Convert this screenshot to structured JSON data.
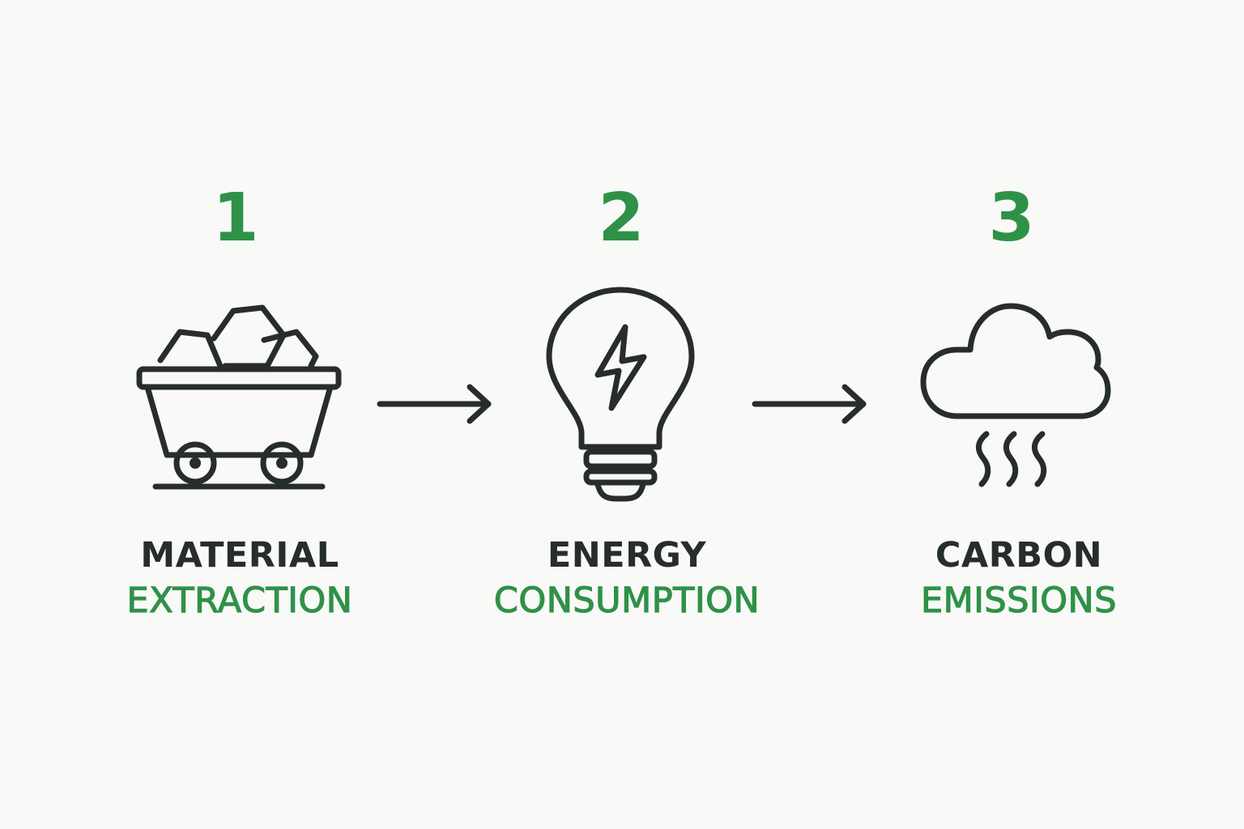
{
  "steps": [
    {
      "number": "1",
      "line1": "MATERIAL",
      "line2": "EXTRACTION",
      "icon": "mine-cart-icon"
    },
    {
      "number": "2",
      "line1": "ENERGY",
      "line2": "CONSUMPTION",
      "icon": "lightbulb-icon"
    },
    {
      "number": "3",
      "line1": "CARBON",
      "line2": "EMISSIONS",
      "icon": "cloud-emissions-icon"
    }
  ],
  "connectors": [
    "arrow-right-icon",
    "arrow-right-icon"
  ],
  "colors": {
    "accent": "#2f9148",
    "ink": "#262d2b",
    "background": "#f9f9f8"
  }
}
